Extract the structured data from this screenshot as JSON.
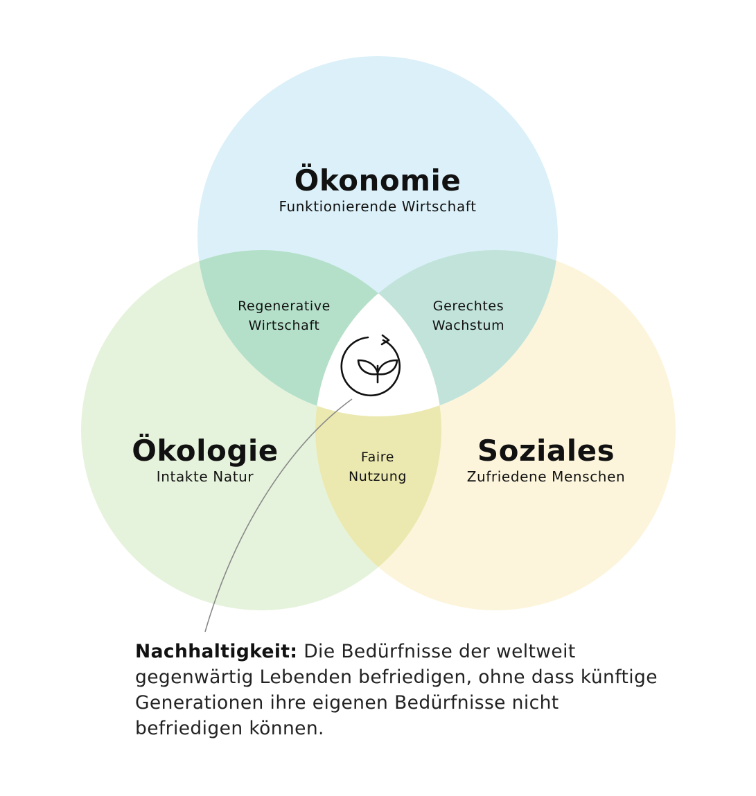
{
  "colors": {
    "economy_circle": "#dbf0f8",
    "ecology_circle": "#e6f3dc",
    "social_circle": "#fcf5dc",
    "economy_ecology_overlap": "#b4e0c9",
    "economy_social_overlap": "#c1e3da",
    "ecology_social_overlap": "#ebe9b0",
    "center": "#ffffff",
    "line": "#888888"
  },
  "economy": {
    "title": "Ökonomie",
    "subtitle": "Funktionierende Wirtschaft"
  },
  "ecology": {
    "title": "Ökologie",
    "subtitle": "Intakte Natur"
  },
  "social": {
    "title": "Soziales",
    "subtitle": "Zufriedene Menschen"
  },
  "overlaps": {
    "economy_ecology": {
      "line1": "Regenerative",
      "line2": "Wirtschaft"
    },
    "economy_social": {
      "line1": "Gerechtes",
      "line2": "Wachstum"
    },
    "ecology_social": {
      "line1": "Faire",
      "line2": "Nutzung"
    }
  },
  "center_icon": "sustainability-cycle-sprout-icon",
  "definition": {
    "term": "Nachhaltigkeit:",
    "text": "Die Bedürfnisse der weltweit gegenwärtig Lebenden befriedigen, ohne dass künftige Generationen ihre eigenen Bedürfnisse nicht befriedigen können."
  }
}
